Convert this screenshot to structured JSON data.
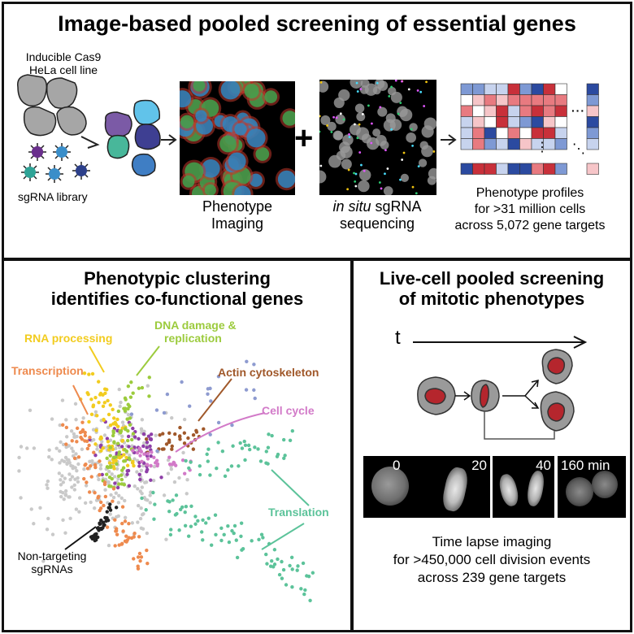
{
  "top": {
    "title": "Image-based pooled screening of essential genes",
    "cell_line_label_1": "Inducible Cas9",
    "cell_line_label_2": "HeLa cell line",
    "library_label": "sgRNA library",
    "plus": "+",
    "ellipsis_h": "···",
    "ellipsis_v": "⋮",
    "ellipsis_d": "⋱",
    "phenotype_imaging_1": "Phenotype",
    "phenotype_imaging_2": "Imaging",
    "sequencing_italic": "in situ",
    "sequencing_1": " sgRNA",
    "sequencing_2": "sequencing",
    "profiles_1": "Phenotype profiles",
    "profiles_2": "for >31 million cells",
    "profiles_3": "across 5,072 gene targets"
  },
  "left": {
    "title_1": "Phenotypic clustering",
    "title_2": "identifies co-functional genes",
    "clusters": {
      "rna": "RNA processing",
      "dna_1": "DNA damage &",
      "dna_2": "replication",
      "transcription": "Transcription",
      "actin": "Actin cytoskeleton",
      "cellcycle": "Cell cycle",
      "translation": "Translation",
      "nontarget_1": "Non-targeting",
      "nontarget_2": "sgRNAs"
    },
    "colors": {
      "rna": "#f2cc1f",
      "dna": "#9ccb3d",
      "transcription": "#ee8a4e",
      "actin": "#a0582a",
      "cellcycle": "#d27ac8",
      "translation": "#5cc39a",
      "nontarget": "#222222",
      "other": "#c9c9c9",
      "purple": "#8e3fa8",
      "blue": "#8e9bd0"
    }
  },
  "right": {
    "title_1": "Live-cell pooled screening",
    "title_2": "of mitotic phenotypes",
    "time_label": "t",
    "frames": [
      "0",
      "20",
      "40",
      "160 min"
    ],
    "caption_1": "Time lapse imaging",
    "caption_2": "for >450,000 cell division events",
    "caption_3": "across 239 gene targets"
  }
}
